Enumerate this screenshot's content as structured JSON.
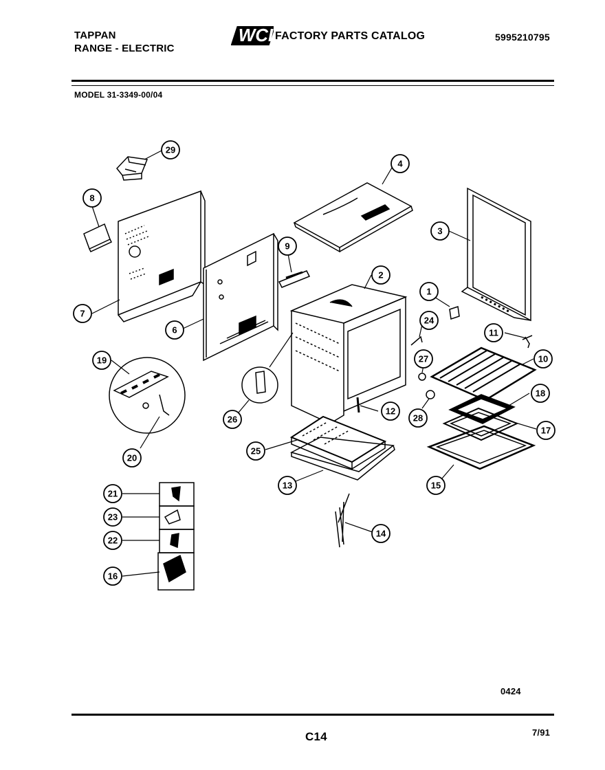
{
  "header": {
    "brand_line1": "TAPPAN",
    "brand_line2": "RANGE - ELECTRIC",
    "logo_text": "WCI",
    "catalog_title": "FACTORY PARTS CATALOG",
    "part_number": "5995210795",
    "model": "MODEL 31-3349-00/04"
  },
  "footer": {
    "drawing_number": "0424",
    "page_code": "C14",
    "date": "7/91"
  },
  "callouts": [
    "29",
    "8",
    "7",
    "6",
    "9",
    "4",
    "3",
    "2",
    "1",
    "24",
    "11",
    "10",
    "27",
    "18",
    "26",
    "17",
    "15",
    "12",
    "25",
    "13",
    "14",
    "19",
    "20",
    "21",
    "23",
    "22",
    "16",
    "28"
  ],
  "colors": {
    "ink": "#000000",
    "paper": "#ffffff"
  }
}
